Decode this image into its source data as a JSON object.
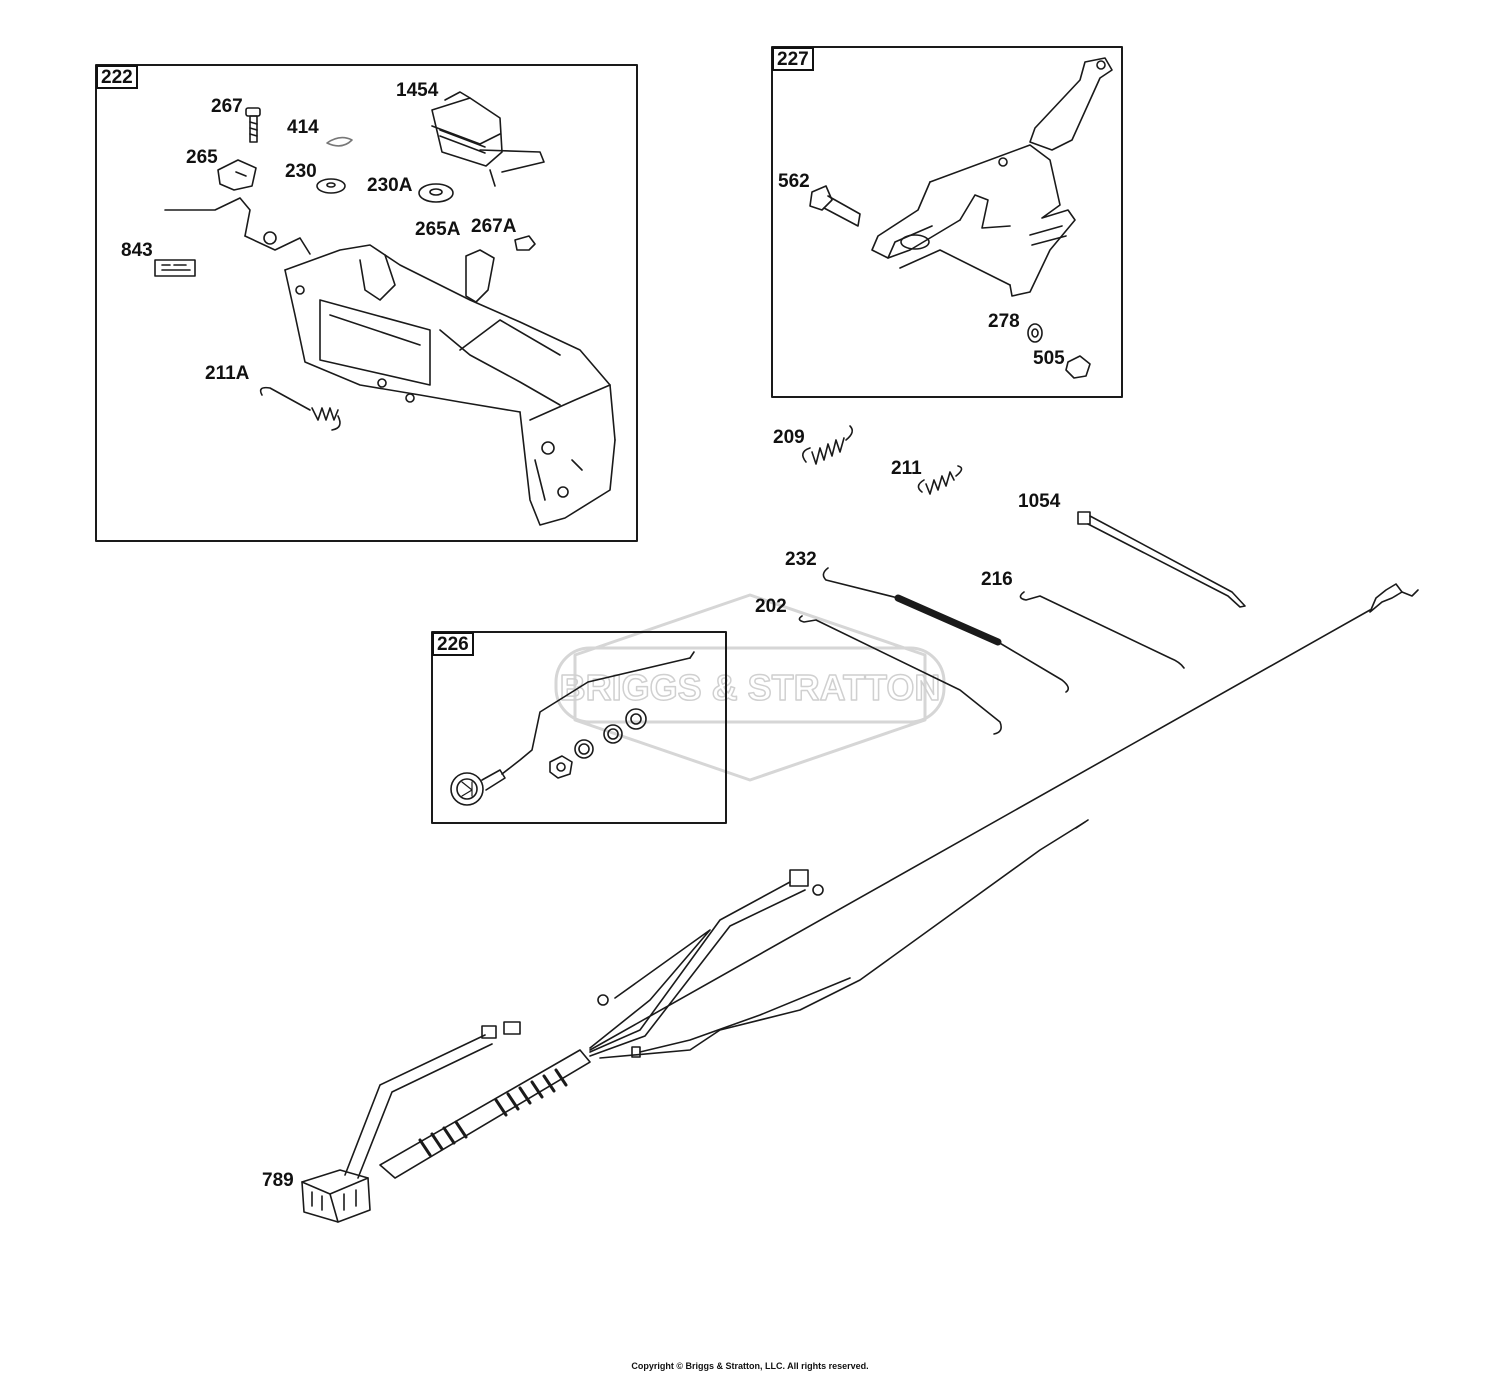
{
  "watermark": {
    "text": "BRIGGS & STRATTON"
  },
  "boxes": {
    "b222": "222",
    "b227": "227",
    "b226": "226"
  },
  "callouts": {
    "c267": "267",
    "c414": "414",
    "c1454": "1454",
    "c265": "265",
    "c230": "230",
    "c230A": "230A",
    "c267A": "267A",
    "c843": "843",
    "c265A": "265A",
    "c211A": "211A",
    "c562": "562",
    "c278": "278",
    "c505": "505",
    "c209": "209",
    "c211": "211",
    "c1054": "1054",
    "c232": "232",
    "c216": "216",
    "c202": "202",
    "c789": "789"
  },
  "copyright": "Copyright © Briggs & Stratton, LLC. All rights reserved."
}
